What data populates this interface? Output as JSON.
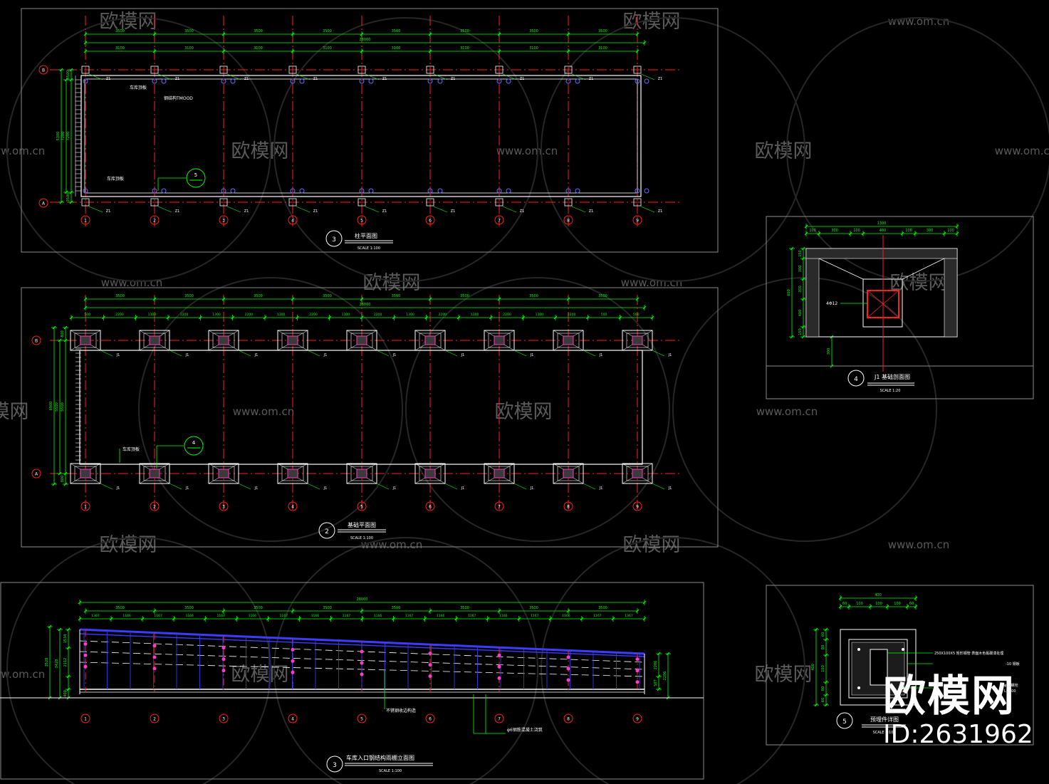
{
  "colors": {
    "background": "#000000",
    "frame": "#8a8a8a",
    "dimension": "#00ff00",
    "axis": "#ff1e1e",
    "wall": "#ffffff",
    "column": "#ff3cc8",
    "roof": "#3c3cff",
    "callout_text": "#ffffff",
    "watermark": "#5a5a5a"
  },
  "watermark": {
    "brand": "欧模网",
    "site": "www.om.cn",
    "id": "ID:2631962"
  },
  "axes": {
    "numbers": [
      "1",
      "2",
      "3",
      "4",
      "5",
      "6",
      "7",
      "8",
      "9"
    ],
    "letters": [
      "A",
      "B"
    ]
  },
  "plan_column": {
    "overall_dim": "28000",
    "top_spans": [
      "3500",
      "3500",
      "3500",
      "3500",
      "3500",
      "3500",
      "3500",
      "3500"
    ],
    "sub_spans": [
      "3100",
      "3100",
      "3100",
      "3100",
      "3100",
      "3100",
      "3100",
      "3100"
    ],
    "side_dims": [
      "5300",
      "7200",
      "3500"
    ],
    "labels_z": [
      "Z1",
      "Z1",
      "Z1",
      "Z1",
      "Z1",
      "Z1",
      "Z1",
      "Z1",
      "Z1"
    ],
    "note_1": "车库顶板",
    "note_2": "钢结构TMOOD",
    "note_3": "车库顶板",
    "callout_no": "5",
    "title_no": "3",
    "title": "柱平面图",
    "scale": "SCALE 1:100"
  },
  "plan_foundation": {
    "overall_dim": "28000",
    "top_spans": [
      "3500",
      "3500",
      "3500",
      "3500",
      "3500",
      "3500",
      "3500",
      "3500"
    ],
    "sub_spans": [
      "500",
      "2200",
      "1300",
      "2200",
      "1300",
      "2200",
      "1300",
      "2200",
      "1300",
      "2200",
      "1300",
      "2200",
      "1300",
      "2200",
      "1300",
      "2200",
      "500",
      "500"
    ],
    "side_dims": [
      "6900",
      "5500",
      "800"
    ],
    "labels_j": [
      "J1",
      "J1",
      "J1",
      "J1",
      "J1",
      "J1",
      "J1",
      "J1",
      "J1"
    ],
    "note": "车库顶板",
    "callout_no": "4",
    "title_no": "2",
    "title": "基础平面图",
    "scale": "SCALE 1:100"
  },
  "elevation": {
    "overall_dim": "28000",
    "top_spans": [
      "3500",
      "3500",
      "3500",
      "3500",
      "3500",
      "3500",
      "3500",
      "3500"
    ],
    "sub_spans": [
      "1367",
      "1166",
      "1167",
      "1166",
      "1167",
      "1166",
      "1167",
      "1166",
      "1167",
      "1166",
      "1167",
      "1166",
      "1167",
      "1166",
      "1167",
      "1166",
      "1167",
      "1367"
    ],
    "left_dims": [
      "3528",
      "3428",
      "2112",
      "1534",
      "400"
    ],
    "right_dims": [
      "2206",
      "2206",
      "567"
    ],
    "note_1": "不锈钢收边构造",
    "note_2": "φ6钢筋混凝土浇筑",
    "title_no": "3",
    "title": "车库入口钢结构雨棚立面图",
    "scale": "SCALE 1:100"
  },
  "detail_j1": {
    "dims_top": [
      "100",
      "300",
      "100",
      "400",
      "100",
      "300",
      "100"
    ],
    "overall": "1300",
    "side_dims": [
      "300",
      "300",
      "400",
      "600",
      "150"
    ],
    "below_dim": "300",
    "bar_label": "4Φ12",
    "title_no": "4",
    "title": "J1 基础剖面图",
    "scale": "SCALE 1:20"
  },
  "detail_col": {
    "overall": "400",
    "dims_top": [
      "60",
      "100",
      "100",
      "100",
      "60"
    ],
    "side_dims": [
      "60",
      "80",
      "100",
      "80",
      "60"
    ],
    "note_1": "250X100X5 矩形钢管 表面木色氟碳漆处理",
    "note_2": "-10 钢板",
    "note_3": "φ20螺栓",
    "note_4": "L=200",
    "title_no": "5",
    "title": "预埋件详图",
    "scale": "SCALE 1:10"
  }
}
